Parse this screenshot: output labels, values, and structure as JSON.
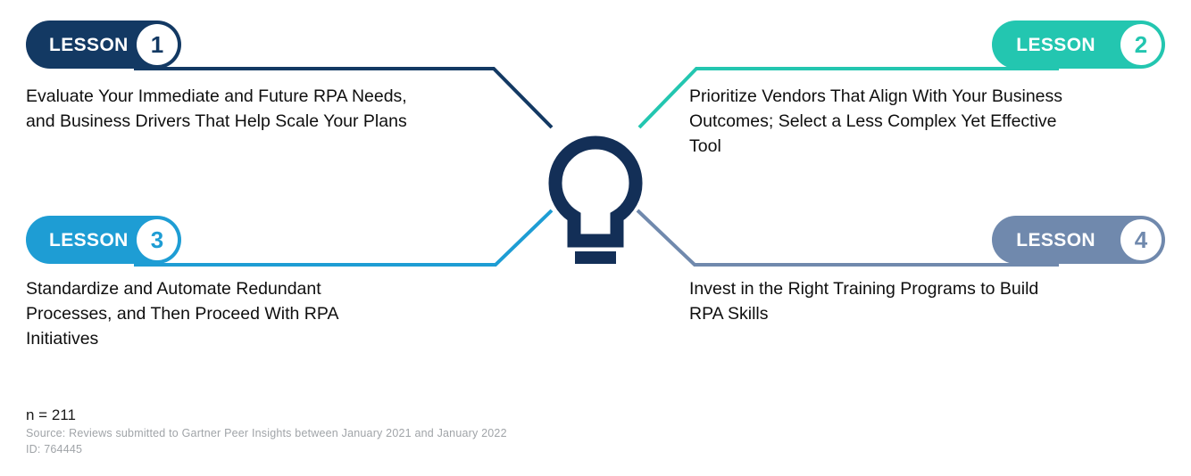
{
  "colors": {
    "lesson1": "#133963",
    "lesson2": "#23c6b0",
    "lesson3": "#1e9dd4",
    "lesson4": "#7089ad",
    "bulb": "#132f57",
    "body_text": "#0f0f0f",
    "footer_muted": "#a0a4a8",
    "background": "#ffffff"
  },
  "lessons": [
    {
      "badge_label": "LESSON",
      "number": "1",
      "text": "Evaluate Your Immediate and Future RPA Needs,\nand Business Drivers That Help Scale Your Plans",
      "color": "#133963",
      "position": "top-left"
    },
    {
      "badge_label": "LESSON",
      "number": "2",
      "text": "Prioritize Vendors That Align With Your Business\nOutcomes; Select a Less Complex Yet Effective\nTool",
      "color": "#23c6b0",
      "position": "top-right"
    },
    {
      "badge_label": "LESSON",
      "number": "3",
      "text": "Standardize and Automate Redundant\nProcesses, and Then Proceed With RPA\nInitiatives",
      "color": "#1e9dd4",
      "position": "bottom-left"
    },
    {
      "badge_label": "LESSON",
      "number": "4",
      "text": "Invest in the Right Training Programs to Build\nRPA Skills",
      "color": "#7089ad",
      "position": "bottom-right"
    }
  ],
  "center": {
    "icon": "lightbulb-icon"
  },
  "footer": {
    "sample_size": "n = 211",
    "source": "Source: Reviews  submitted to Gartner  Peer Insights  between January  2021  and January  2022",
    "id": "ID: 764445"
  }
}
